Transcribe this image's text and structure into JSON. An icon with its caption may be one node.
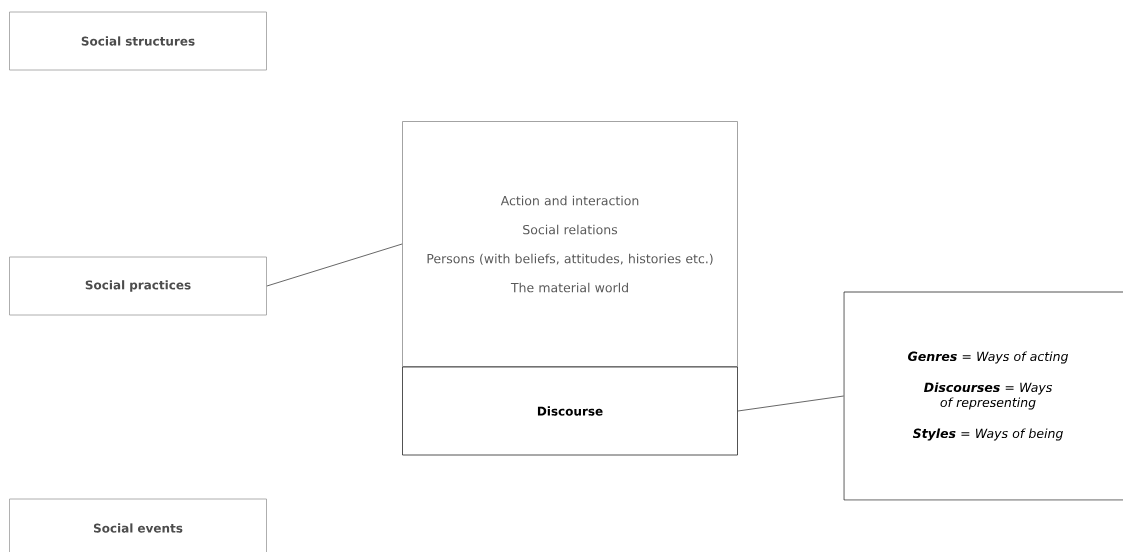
{
  "diagram": {
    "nodes": [
      {
        "text": [
          "Social structures"
        ]
      },
      {
        "text": [
          "Social practices"
        ]
      },
      {
        "text": [
          "Action and interaction",
          "Social relations",
          "Persons (with beliefs, attitudes, histories etc.)",
          "The material world"
        ]
      },
      {
        "text": [
          "Discourse"
        ]
      },
      {
        "text": [
          "**Genres** = Ways of acting",
          "**Discourses** = Ways of representing",
          "**Styles** = Ways of being"
        ]
      },
      {
        "text": [
          "Social events"
        ]
      }
    ],
    "edges": [
      {
        "from": 1,
        "to": 2,
        "arrow": "none"
      },
      {
        "from": 3,
        "to": 4,
        "arrow": "none"
      }
    ]
  }
}
